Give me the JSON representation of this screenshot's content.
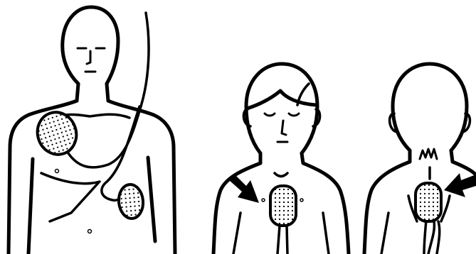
{
  "colors": {
    "line": "#000000",
    "background": "#ffffff",
    "pad_fill": "#ffffff",
    "arrow": "#000000"
  },
  "figures": [
    {
      "id": "adult",
      "view": "front",
      "pads": [
        "upper-right-chest",
        "left-side-below-armpit"
      ],
      "cable": true
    },
    {
      "id": "child-front",
      "view": "front",
      "pads": [
        "center-chest"
      ],
      "arrow": "pointing-to-pad",
      "cable": true
    },
    {
      "id": "child-back",
      "view": "back",
      "pads": [
        "center-back"
      ],
      "arrow": "pointing-to-pad",
      "cable": true
    }
  ]
}
